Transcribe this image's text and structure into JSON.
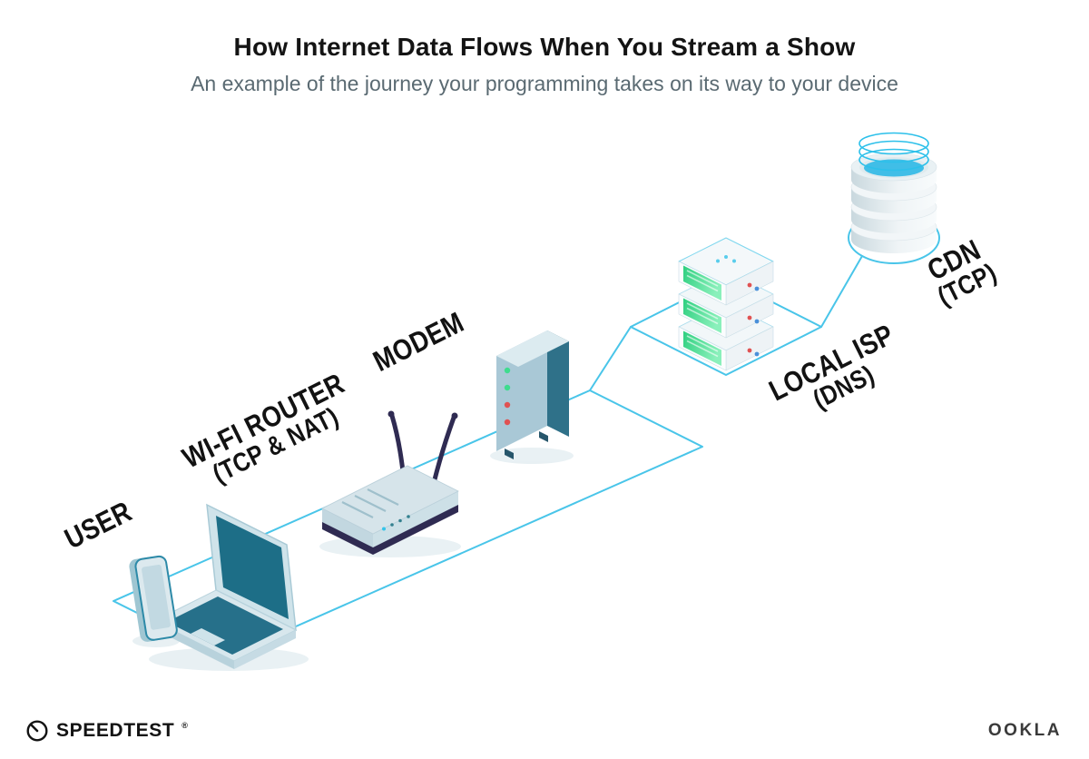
{
  "header": {
    "title": "How Internet Data Flows When You Stream a Show",
    "subtitle": "An example of the journey your programming takes on its way to your device"
  },
  "diagram": {
    "flow_order": [
      "user",
      "wifi_router",
      "modem",
      "local_isp",
      "cdn"
    ],
    "nodes": {
      "user": {
        "label": "USER",
        "icon": "smartphone-and-laptop-icon"
      },
      "wifi_router": {
        "label": "WI-FI ROUTER",
        "sublabel": "(TCP & NAT)",
        "icon": "wifi-router-icon"
      },
      "modem": {
        "label": "MODEM",
        "icon": "modem-icon"
      },
      "local_isp": {
        "label": "LOCAL ISP",
        "sublabel": "(DNS)",
        "icon": "server-rack-icon"
      },
      "cdn": {
        "label": "CDN",
        "sublabel": "(TCP)",
        "icon": "database-stack-icon"
      }
    }
  },
  "footer": {
    "speedtest_label": "SPEEDTEST",
    "speedtest_mark": "®",
    "ookla_label": "OOKLA"
  },
  "colors": {
    "flow_line": "#49c5e9",
    "label_text": "#121212",
    "subtitle_gray": "#5a6a72",
    "device_teal": "#1f6e87",
    "device_light": "#d6e4ea",
    "accent_green": "#3edc8e",
    "led_red": "#e05252",
    "antenna_navy": "#2f2b52",
    "water_cyan": "#2fb9e6"
  }
}
